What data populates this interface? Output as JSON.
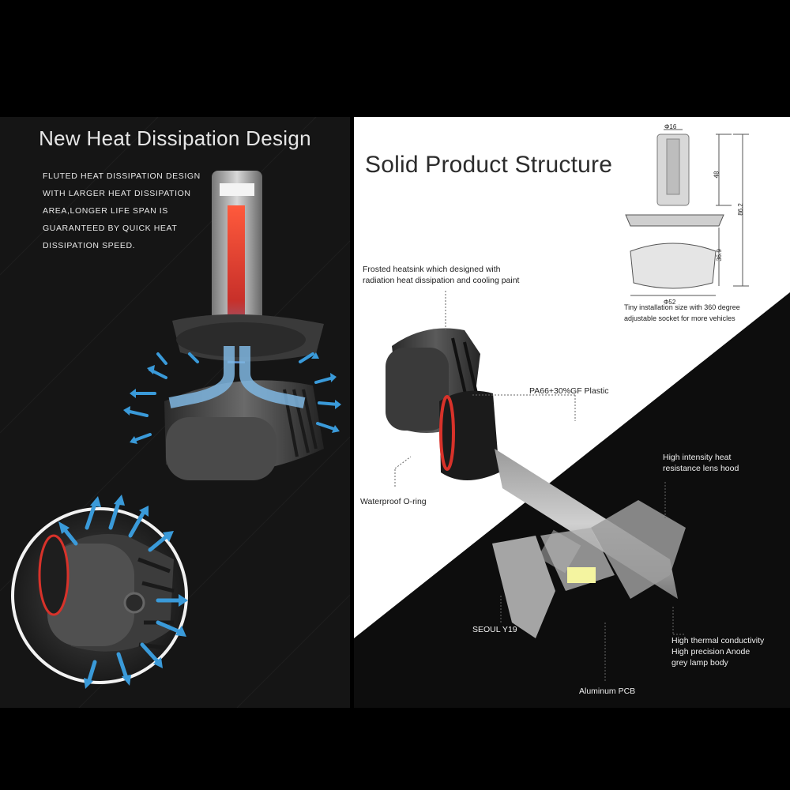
{
  "left": {
    "title": "New Heat Dissipation Design",
    "description_lines": [
      "FLUTED HEAT DISSIPATION DESIGN",
      "WITH LARGER HEAT DISSIPATION",
      "AREA,LONGER LIFE SPAN IS",
      "GUARANTEED BY QUICK HEAT",
      "DISSIPATION SPEED."
    ]
  },
  "right": {
    "title": "Solid Product Structure",
    "dimension_labels": {
      "top_width": "Φ16",
      "upper_height": "48",
      "total_height": "86.2",
      "lower_height": "36.9",
      "bottom_width": "Φ52"
    },
    "install_note": [
      "Tiny installation size with 360 degree",
      "adjustable socket for more vehicles"
    ],
    "callouts": {
      "heatsink": [
        "Frosted heatsink which designed with",
        "radiation heat dissipation and cooling paint"
      ],
      "plastic": "PA66+30%GF Plastic",
      "oring": "Waterproof O-ring",
      "lens_hood": [
        "High intensity heat",
        "resistance lens hood"
      ],
      "seoul": "SEOUL Y19",
      "body": [
        "High thermal conductivity",
        "High precision Anode",
        "grey lamp body"
      ],
      "pcb": "Aluminum PCB"
    }
  },
  "colors": {
    "left_bg": "#151515",
    "right_bg": "#ffffff",
    "arrow_blue": "#3a9ad9",
    "heat_red": "#e5402c",
    "diagonal_dark": "#0d0d0d"
  }
}
